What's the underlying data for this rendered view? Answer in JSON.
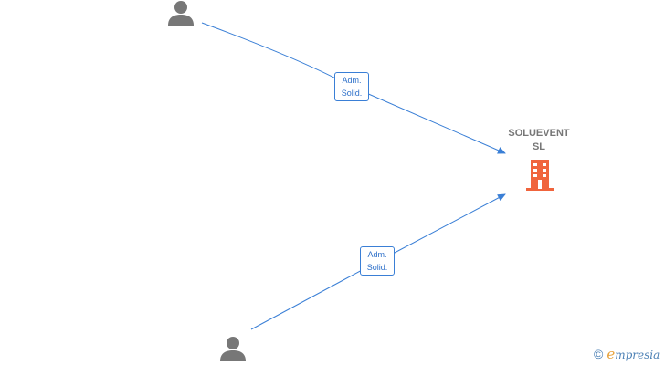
{
  "company": {
    "name_line1": "SOLUEVENT",
    "name_line2": "SL",
    "color": "#f0643c"
  },
  "edges": [
    {
      "label_line1": "Adm.",
      "label_line2": "Solid."
    },
    {
      "label_line1": "Adm.",
      "label_line2": "Solid."
    }
  ],
  "colors": {
    "edge": "#3a7fd6",
    "person": "#777777"
  },
  "icons": {
    "person": "person-icon",
    "company": "building-icon",
    "copyright": "copyright-icon"
  },
  "footer": {
    "copyright": "©",
    "brand_initial": "e",
    "brand_rest": "mpresia"
  }
}
